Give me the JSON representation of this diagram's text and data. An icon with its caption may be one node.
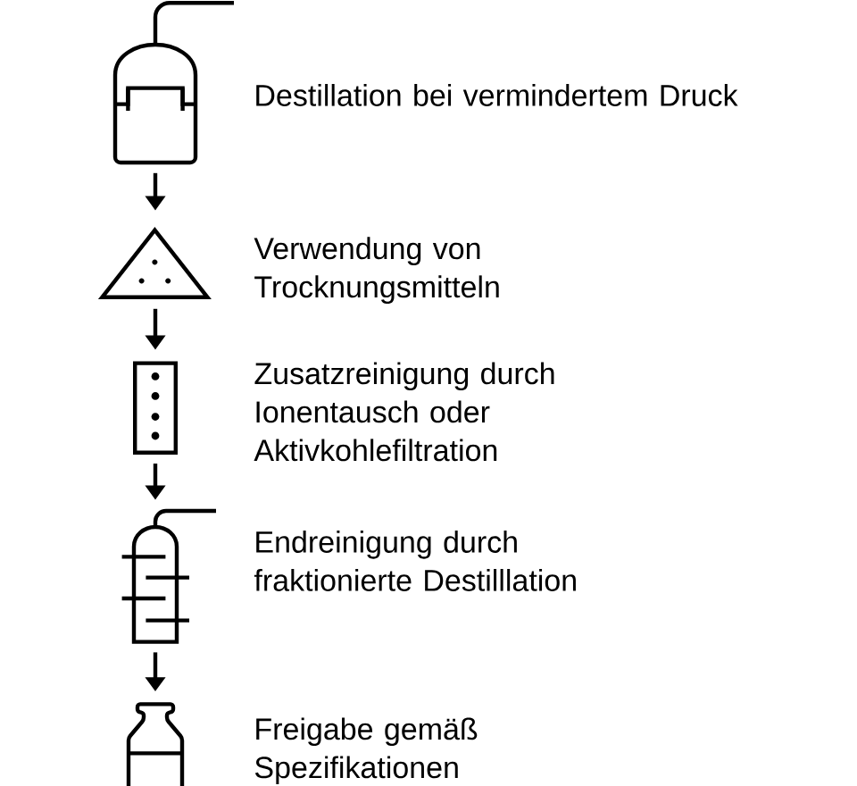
{
  "diagram": {
    "nodes": [
      {
        "text": [],
        "shape": "picture",
        "beside": [
          "Destillation bei vermindertem Druck"
        ]
      },
      {
        "text": [],
        "shape": "triangle",
        "beside": [
          "Verwendung von Trocknungsmitteln"
        ]
      },
      {
        "text": [],
        "shape": "box",
        "beside": [
          "Zusatzreinigung durch Ionentausch oder Aktivkohlefiltration"
        ]
      },
      {
        "text": [],
        "shape": "picture",
        "beside": [
          "Endreinigung durch fraktionierte Destilllation"
        ]
      },
      {
        "text": [],
        "shape": "picture",
        "beside": [
          "Freigabe gemäß Spezifikationen"
        ]
      }
    ],
    "edges": [
      {
        "from": 0,
        "to": 1,
        "arrow": "to"
      },
      {
        "from": 1,
        "to": 2,
        "arrow": "to"
      },
      {
        "from": 2,
        "to": 3,
        "arrow": "to"
      },
      {
        "from": 3,
        "to": 4,
        "arrow": "to"
      }
    ]
  }
}
